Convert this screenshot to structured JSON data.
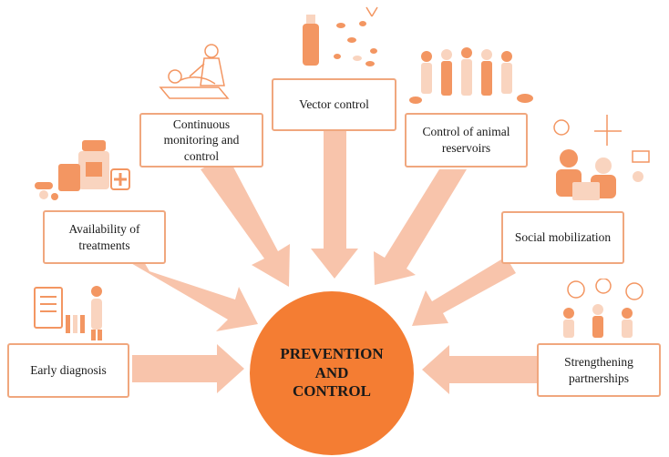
{
  "center": {
    "label": "PREVENTION\nAND\nCONTROL",
    "color": "#f47d33"
  },
  "colors": {
    "arrow": "#f8c4ab",
    "box_border": "#f0a77e",
    "illustration": "#f3915a",
    "illustration_light": "#f9d2bc"
  },
  "nodes": [
    {
      "label": "Early diagnosis",
      "illustration": "lab-test-illustration"
    },
    {
      "label": "Availability of treatments",
      "illustration": "medicines-illustration"
    },
    {
      "label": "Continuous monitoring and control",
      "illustration": "doctor-patient-illustration"
    },
    {
      "label": "Vector control",
      "illustration": "insecticide-spray-illustration"
    },
    {
      "label": "Control of animal reservoirs",
      "illustration": "people-with-pets-illustration"
    },
    {
      "label": "Social mobilization",
      "illustration": "people-with-laptop-illustration"
    },
    {
      "label": "Strengthening partnerships",
      "illustration": "team-meeting-illustration"
    }
  ]
}
